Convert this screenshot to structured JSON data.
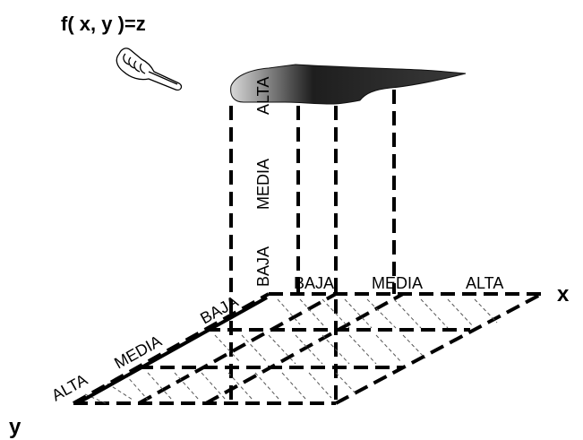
{
  "formula": "f( x, y )=z",
  "x_axis": {
    "label": "x",
    "categories": [
      "BAJA",
      "MEDIA",
      "ALTA"
    ]
  },
  "y_axis": {
    "label": "y",
    "categories": [
      "BAJA",
      "MEDIA",
      "ALTA"
    ]
  },
  "z_axis": {
    "categories": [
      "BAJA",
      "MEDIA",
      "ALTA"
    ]
  },
  "icons": [
    "pointing-hand-icon"
  ],
  "colors": {
    "line": "#000000",
    "surface_dark": "#2a2a2a",
    "surface_light": "#d8d8d8"
  }
}
